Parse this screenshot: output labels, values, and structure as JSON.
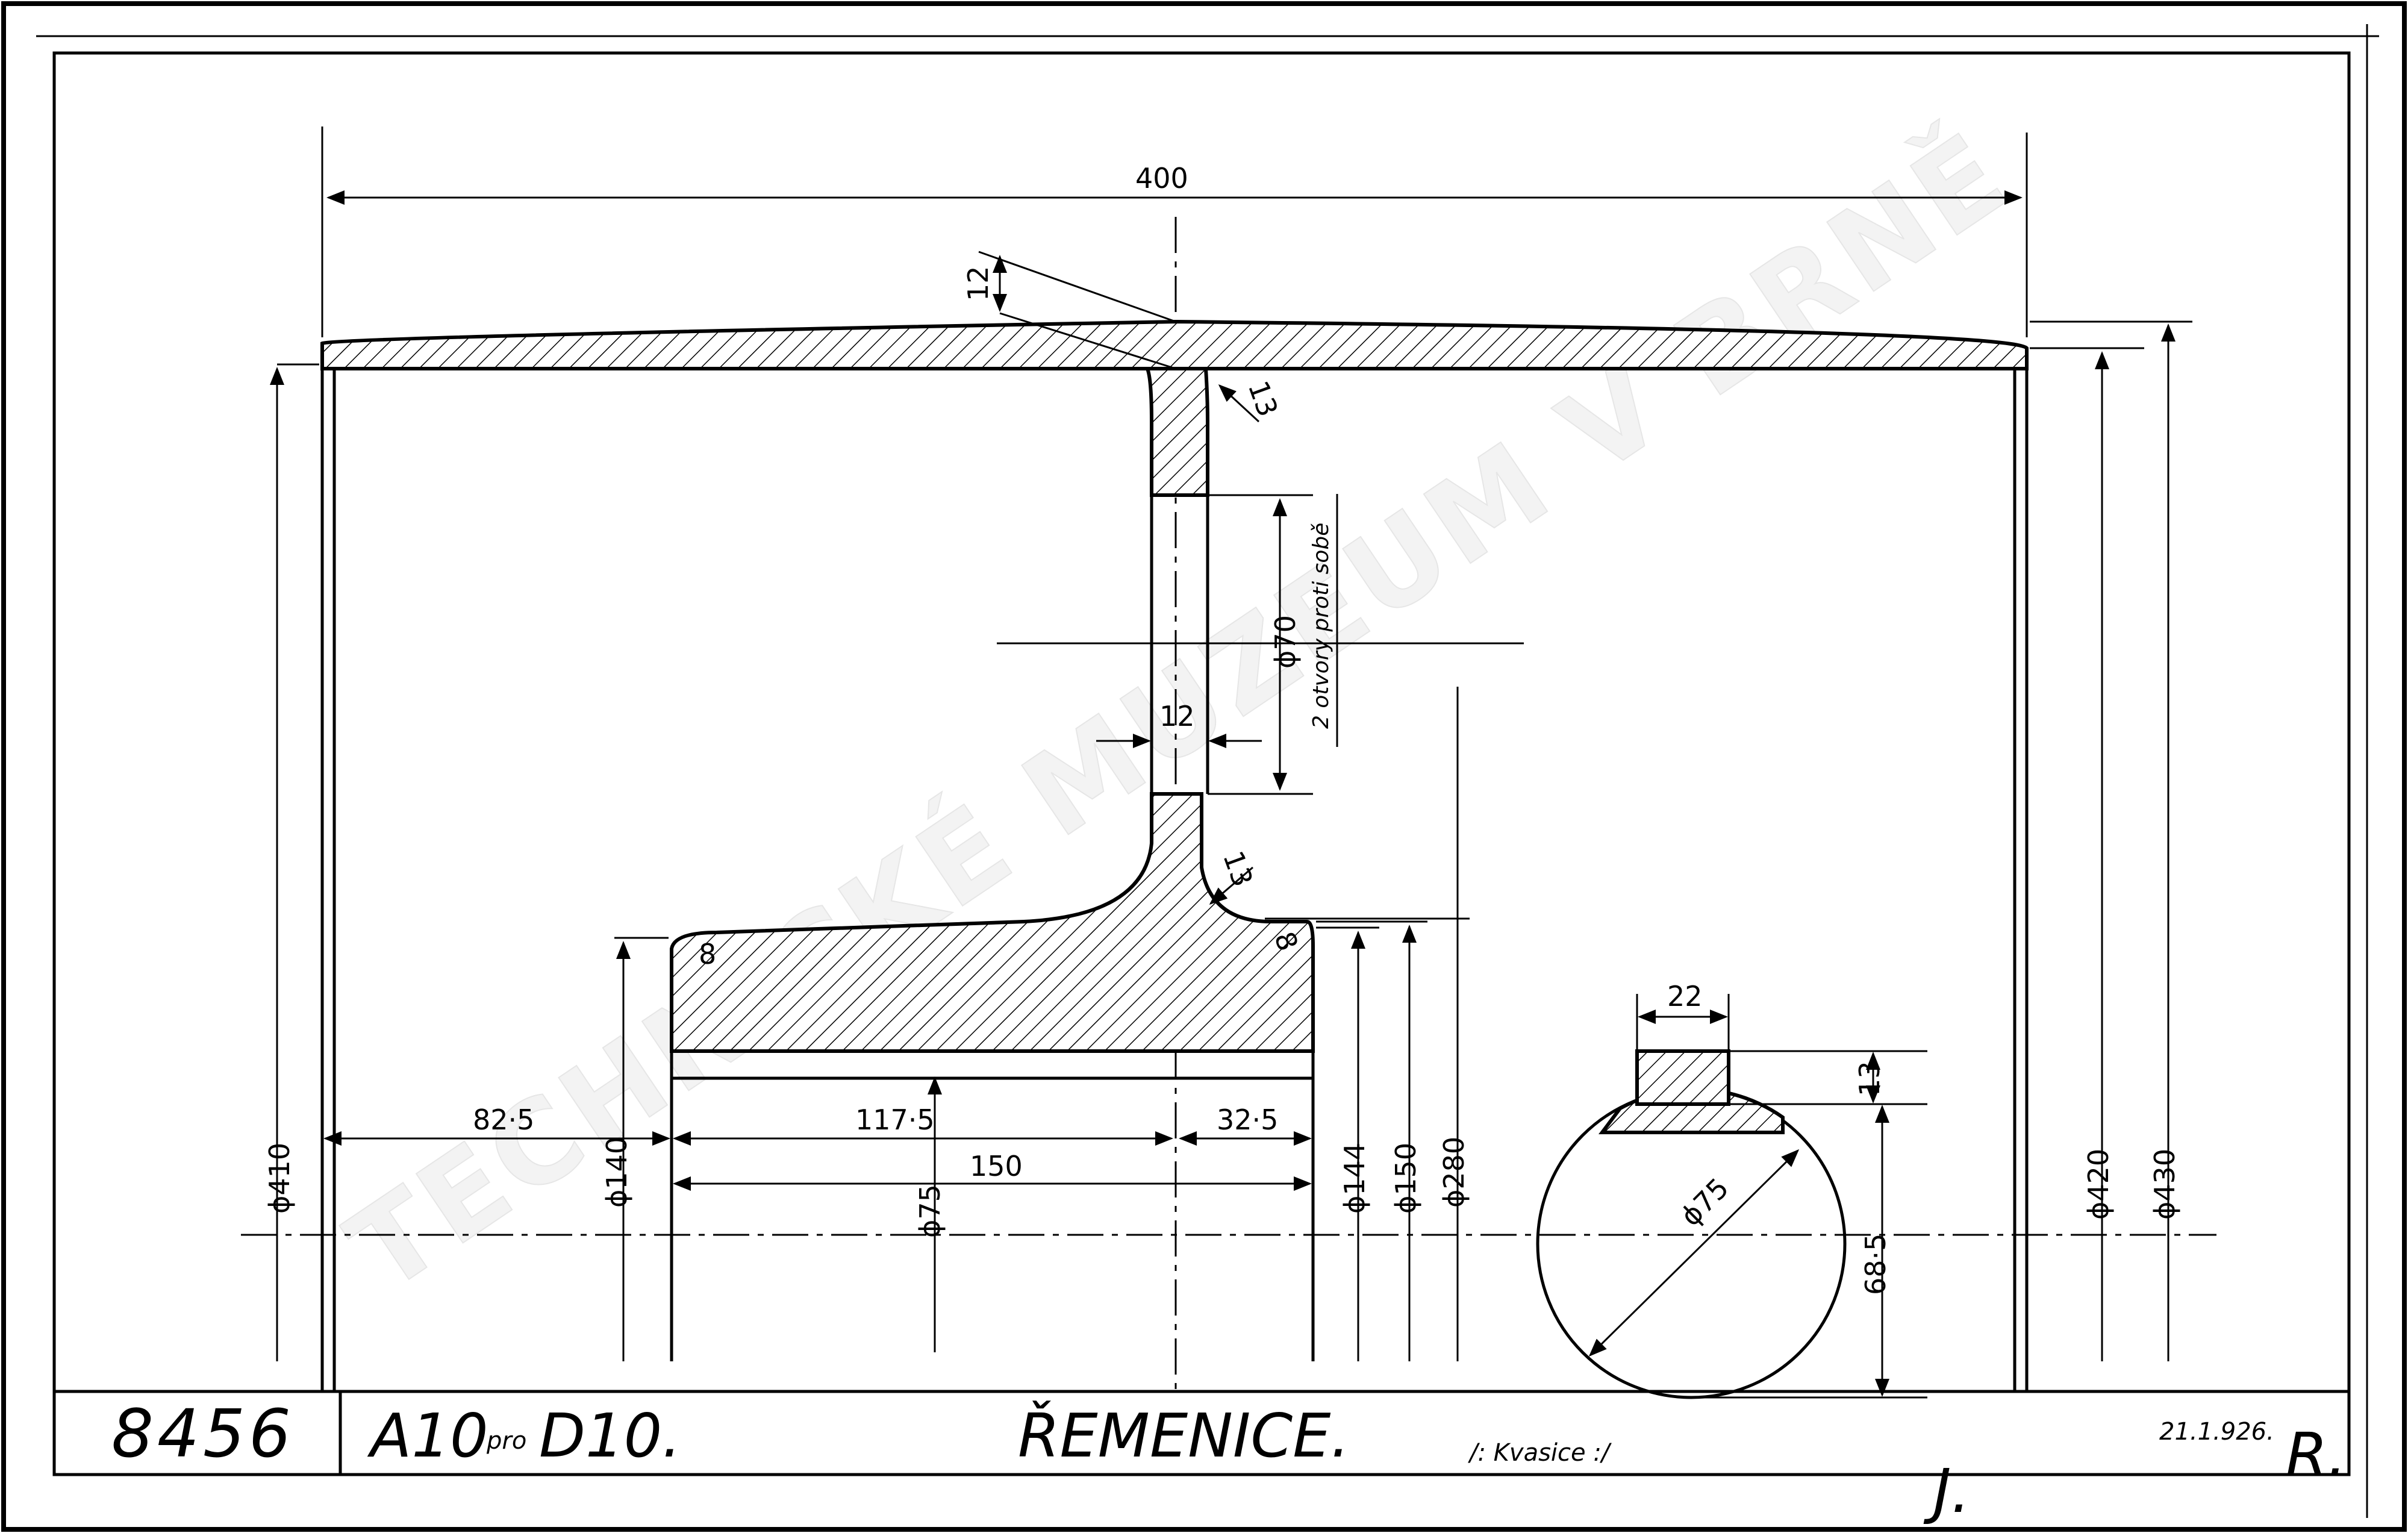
{
  "title_block": {
    "drawing_number": "8456",
    "model": "A10",
    "model_joiner": "pro",
    "model_target": "D10.",
    "part_name": "ŘEMENICE.",
    "note": "/: Kvasice :/",
    "initial": "J.",
    "date": "21.1.926.",
    "signature": "R."
  },
  "watermark": "TECHNICKÉ MUZEUM V BRNĚ",
  "dimensions": {
    "overall_width": "400",
    "rim_thickness": "12",
    "fillet_upper": "13",
    "fillet_lower": "13",
    "web_thickness": "12",
    "hole_diameter": "ϕ70",
    "hole_note": "2 otvory proti sobě",
    "hub_fillet_left": "8",
    "hub_fillet_right": "8",
    "d_410": "ϕ410",
    "d_140": "ϕ140",
    "d_75": "ϕ75",
    "d_144": "ϕ144",
    "d_150": "ϕ150",
    "d_280": "ϕ280",
    "d_420": "ϕ420",
    "d_430": "ϕ430",
    "len_82_5": "82·5",
    "len_117_5": "117·5",
    "len_32_5": "32·5",
    "len_150": "150",
    "key_width": "22",
    "key_depth": "13",
    "bore_depth": "68·5",
    "bore_diameter": "ϕ75"
  }
}
